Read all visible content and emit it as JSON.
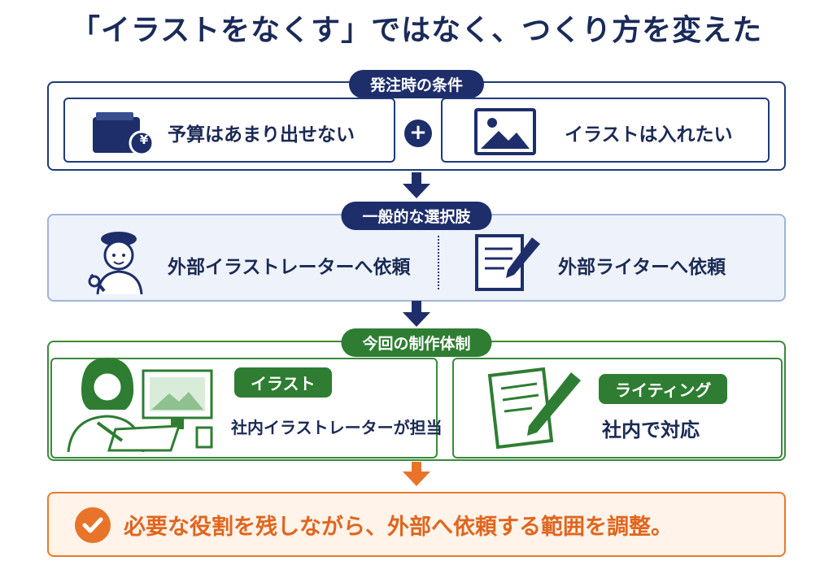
{
  "title": "「イラストをなくす」ではなく、つくり方を変えた",
  "section1": {
    "header": "発注時の条件",
    "left_label": "予算はあまり出せない",
    "plus_symbol": "+",
    "right_label": "イラストは入れたい",
    "yen_symbol": "¥"
  },
  "section2": {
    "header": "一般的な選択肢",
    "left_label": "外部イラストレーターへ依頼",
    "right_label": "外部ライターへ依頼"
  },
  "section3": {
    "header": "今回の制作体制",
    "left_badge": "イラスト",
    "left_label": "社内イラストレーターが担当",
    "right_badge": "ライティング",
    "right_label": "社内で対応"
  },
  "footer": {
    "text": "必要な役割を残しながら、外部へ依頼する範囲を調整。"
  },
  "colors": {
    "navy": "#1e2e6b",
    "green": "#2e7d32",
    "orange": "#e8742a"
  }
}
